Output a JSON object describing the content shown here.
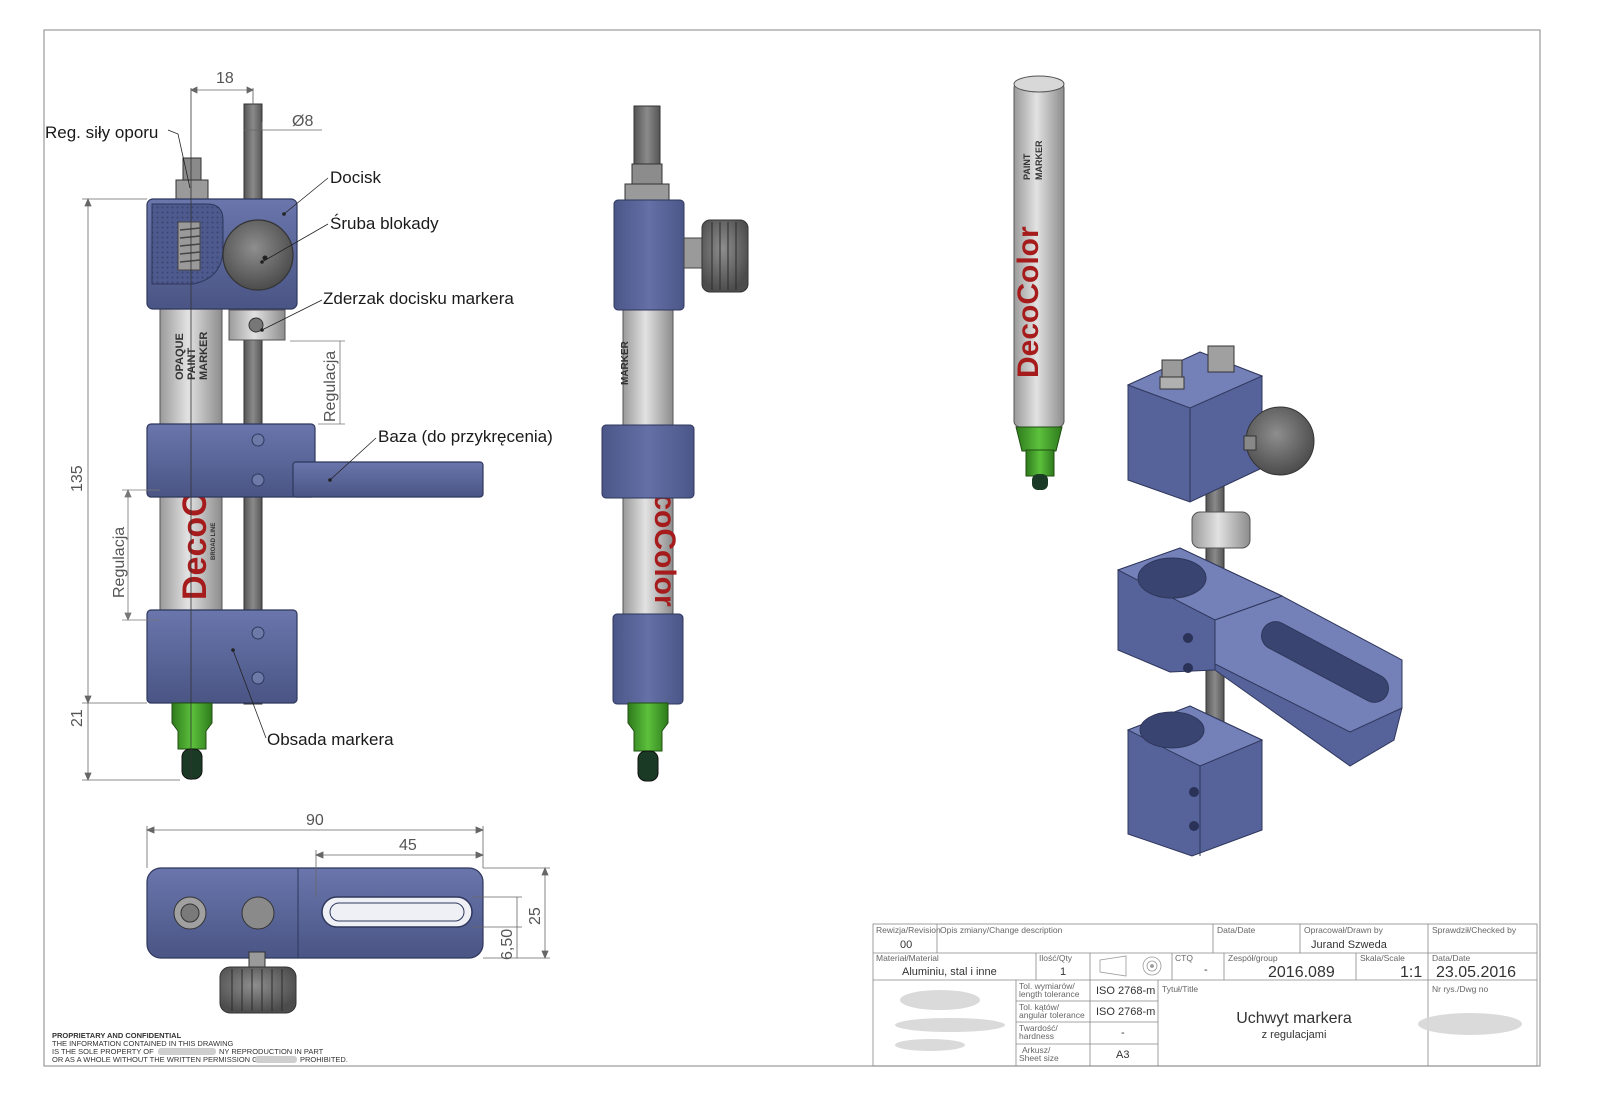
{
  "callouts": {
    "reg_force": "Reg. siły oporu",
    "clamp": "Docisk",
    "lock_screw": "Śruba blokady",
    "marker_stop": "Zderzak docisku markera",
    "adjust_vertical": "Regulacja",
    "base": "Baza (do przykręcenia)",
    "adjust_side": "Regulacja",
    "holder": "Obsada markera"
  },
  "dimensions": {
    "d18": "18",
    "d8": "Ø8",
    "d135": "135",
    "d21": "21",
    "d90": "90",
    "d45": "45",
    "d25": "25",
    "d650": "6,50"
  },
  "marker_print": {
    "brand": "DecoColor",
    "line1": "OPAQUE",
    "line2": "PAINT",
    "line3": "MARKER",
    "line4": "BROAD LINE"
  },
  "title_block": {
    "rev_label": "Rewizja/Revision",
    "rev_value": "00",
    "change_label": "Opis zmiany/Change description",
    "date_label": "Data/Date",
    "drawn_label": "Opracował/Drawn by",
    "drawn_value": "Jurand Szweda",
    "checked_label": "Sprawdził/Checked by",
    "material_label": "Materiał/Material",
    "material_value": "Aluminiu, stal i inne",
    "qty_label": "Ilość/Qty",
    "qty_value": "1",
    "ctq_label": "CTQ",
    "ctq_value": "-",
    "group_label": "Zespół/group",
    "group_value": "2016.089",
    "scale_label": "Skala/Scale",
    "scale_value": "1:1",
    "date2_label": "Data/Date",
    "date2_value": "23.05.2016",
    "lin_tol_label1": "Tol. wymiarów/",
    "lin_tol_label2": "length tolerance",
    "lin_tol_value": "ISO 2768-m",
    "ang_tol_label1": "Tol. kątów/",
    "ang_tol_label2": "angular tolerance",
    "ang_tol_value": "ISO 2768-m",
    "hard_label1": "Twardość/",
    "hard_label2": "hardness",
    "hard_value": "-",
    "sheet_label1": "Arkusz/",
    "sheet_label2": "Sheet size",
    "sheet_value": "A3",
    "title_label": "Tytuł/Title",
    "title_line1": "Uchwyt markera",
    "title_line2": "z regulacjami",
    "dwg_label": "Nr rys./Dwg no"
  },
  "confidential": {
    "line1": "PROPRIETARY AND CONFIDENTIAL",
    "line2": "THE INFORMATION CONTAINED IN THIS DRAWING",
    "line3": "IS THE SOLE PROPERTY OF",
    "line3b": "NY REPRODUCTION IN PART",
    "line4": "OR AS A WHOLE WITHOUT THE WRITTEN PERMISSION OF",
    "line4b": "PROHIBITED."
  },
  "colors": {
    "part_blue": "#5a6699",
    "rod_gray": "#707070",
    "marker_silver": "#c4c4c4",
    "tip_green": "#3f9a2a"
  }
}
